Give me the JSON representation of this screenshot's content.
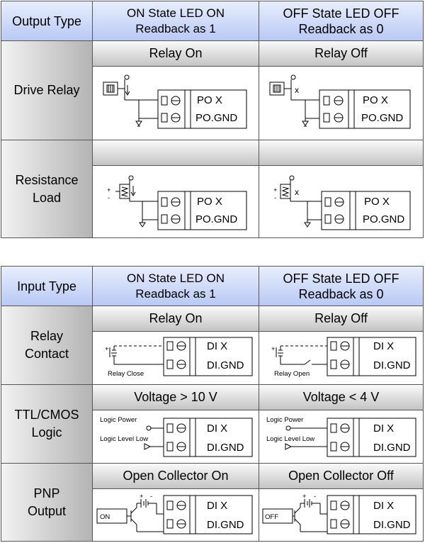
{
  "output_table": {
    "header": {
      "type_label": "Output Type",
      "on_col": [
        "ON State LED ON",
        "Readback as 1"
      ],
      "off_col": [
        "OFF State LED OFF",
        "Readback as 0"
      ]
    },
    "rows": [
      {
        "label": [
          "Drive Relay"
        ],
        "on_title": "Relay On",
        "off_title": "Relay Off"
      },
      {
        "label": [
          "Resistance",
          "Load"
        ],
        "on_title": "",
        "off_title": ""
      }
    ],
    "terminals": [
      "PO X",
      "PO.GND"
    ]
  },
  "input_table": {
    "header": {
      "type_label": "Input Type",
      "on_col": [
        "ON State LED ON",
        "Readback as 1"
      ],
      "off_col": [
        "OFF State LED OFF",
        "Readback as 0"
      ]
    },
    "rows": [
      {
        "label": [
          "Relay",
          "Contact"
        ],
        "on_title": "Relay On",
        "off_title": "Relay Off",
        "on_note": "Relay Close",
        "off_note": "Relay Open"
      },
      {
        "label": [
          "TTL/CMOS",
          "Logic"
        ],
        "on_title": "Voltage > 10 V",
        "off_title": "Voltage < 4 V",
        "note_top": "Logic Power",
        "note_bottom": "Logic Level Low"
      },
      {
        "label": [
          "PNP",
          "Output"
        ],
        "on_title": "Open Collector On",
        "off_title": "Open Collector Off",
        "on_note": "ON",
        "off_note": "OFF"
      }
    ],
    "terminals": [
      "DI X",
      "DI.GND"
    ]
  },
  "symbols": {
    "plus": "+",
    "minus": "-",
    "open_mark": "x"
  }
}
